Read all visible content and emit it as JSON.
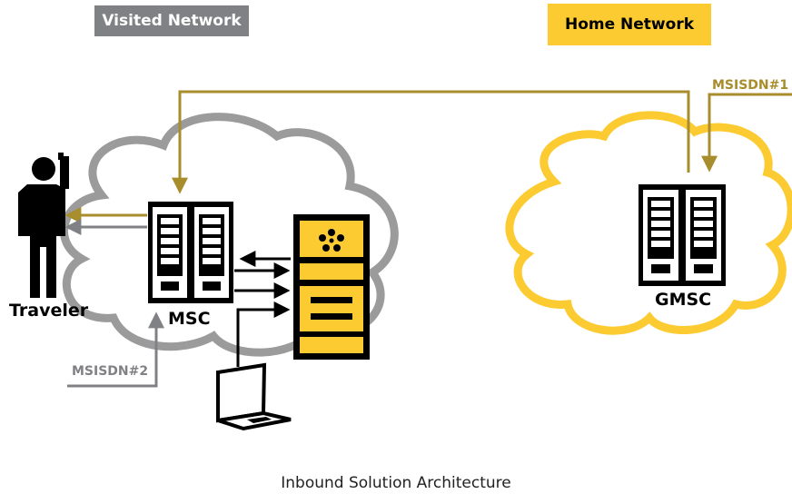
{
  "header": {
    "visited_network": "Visited Network",
    "home_network": "Home Network"
  },
  "nodes": {
    "traveler": "Traveler",
    "msc": "MSC",
    "gmsc": "GMSC"
  },
  "signals": {
    "msisdn1": "MSISDN#1",
    "msisdn2": "MSISDN#2"
  },
  "caption": "Inbound Solution Architecture",
  "colors": {
    "visited": "#808184",
    "home": "#fbcb31",
    "msisdn1_path": "#a88d2c",
    "msisdn2_path": "#808184",
    "signal_arrow": "#000000"
  },
  "icons": [
    "person-icon",
    "server-rack-icon",
    "application-server-icon",
    "laptop-icon",
    "cloud-icon"
  ]
}
